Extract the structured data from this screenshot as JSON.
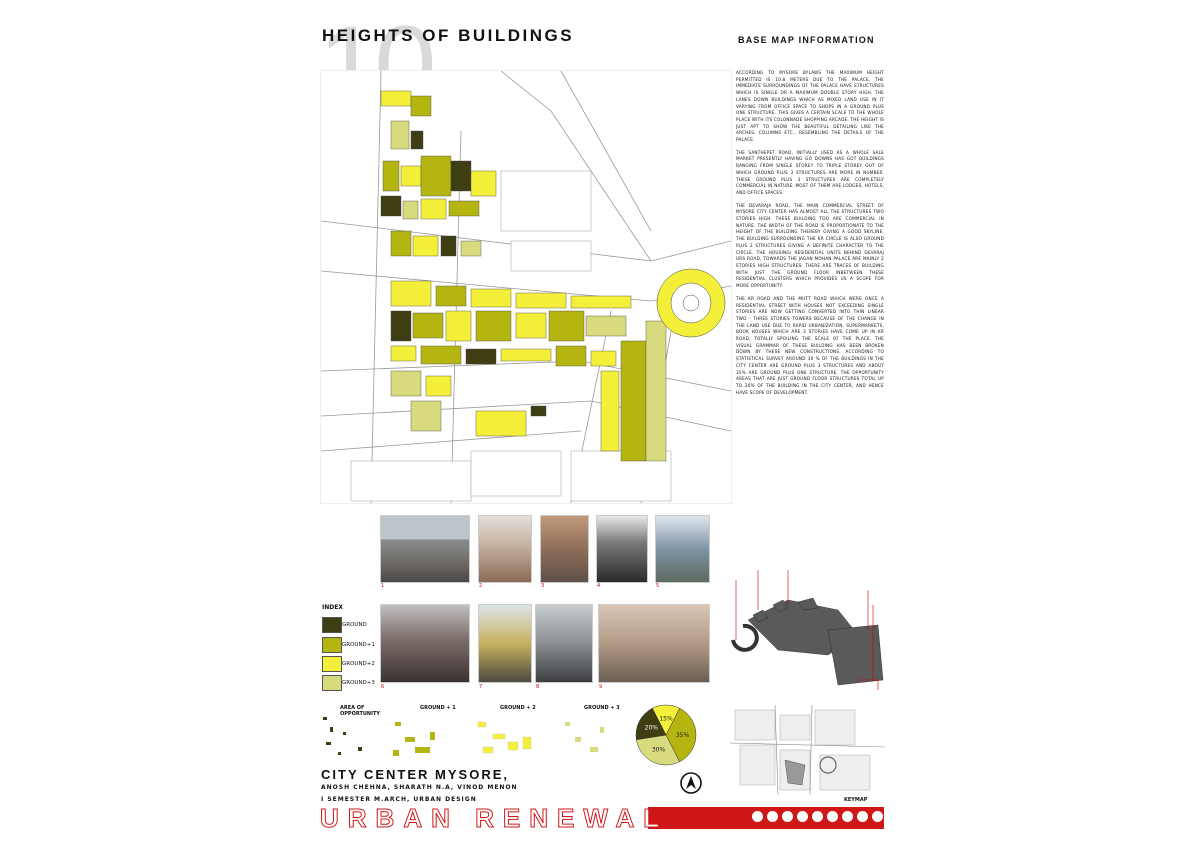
{
  "header": {
    "number": "10",
    "title": "HEIGHTS OF BUILDINGS",
    "subtitle": "BASE MAP INFORMATION"
  },
  "body_text": [
    "According to Mysore bylaws the maximum height permitted is 10.8 meters due to the palace. The immediate surroundings of the palace have structures which is single or a maximum double story high. The lanes down buildings which as mixed land use in it varying from office space to shops in a ground plus one structure. This gives a certain scale to the whole place with its colonnade shopping arcade. The height is just apt to show the beautiful detailing like the arches, columns etc., resembling the details of the palace.",
    "The Santhepet road, initially used as a whole sale market presently having go downs has got buildings ranging from single storey to triple storey out of which ground plus 3 structures are more in number. These ground plus 3 structures are completely commercial in nature. Most of them are lodges, hotels, and office spaces.",
    "The Devaraja road, the main commercial street of Mysore city center has almost all the structures two stories high. These building too are commercial in nature. The width of the road is proportionate to the height of the building thereby giving a good skyline. The building surrounding the KR circle is also ground plus 2 structures giving a definite character to the circle. The housing/ residential units behind Devaraj urs road, towards the Jagan mohan palace are mainly 2 stories high structures. There are traces of building with just the ground floor inbetween these residential clusters which provides us a scope for more opportunity.",
    "The KR road and the mutt road which were once a residential street with houses not exceeding single stories are now getting converted into thin linear two - three stories towers because of the change in the land use due to rapid urbanization. Supermarkets, book houses which are 3 stories have come up in KR road, totally spoiling the scale of the place. The visual grammar of these building has been broken down by these new constructions. According to statistical survey around 30 % of the buildings in the city center are ground plus 3 structures and about 35% are ground plus one structure. The opportunity areas that are just ground floor structures total up to 20% of the building in the city center, and hence have scope of development."
  ],
  "photos": {
    "row1": [
      "1",
      "2",
      "3",
      "4",
      "5"
    ],
    "row2": [
      "6",
      "7",
      "8",
      "9"
    ]
  },
  "legend": {
    "title": "INDEX",
    "items": [
      {
        "label": "GROUND",
        "color": "#3f3d12"
      },
      {
        "label": "GROUND+1",
        "color": "#b5b512"
      },
      {
        "label": "GROUND+2",
        "color": "#f4f03a"
      },
      {
        "label": "GROUND+3",
        "color": "#d8da7e"
      }
    ]
  },
  "thumbnails": {
    "t1": "AREA OF OPPORTUNITY",
    "t2": "GROUND + 1",
    "t3": "GROUND + 2",
    "t4": "GROUND + 3"
  },
  "chart_data": {
    "type": "pie",
    "labels": [
      "15%",
      "35%",
      "30%",
      "20%"
    ],
    "values": [
      15,
      35,
      30,
      20
    ],
    "colors": [
      "#f4f03a",
      "#b5b512",
      "#d8da7e",
      "#3f3d12"
    ]
  },
  "footer": {
    "city": "CITY CENTER   MYSORE,",
    "authors": "ANOSH CHEHNA, SHARATH N.A, VINOD MENON",
    "course": "I SEMESTER M.ARCH, URBAN DESIGN",
    "banner": "URBAN RENEWAL",
    "keymap": "KEYMAP"
  }
}
